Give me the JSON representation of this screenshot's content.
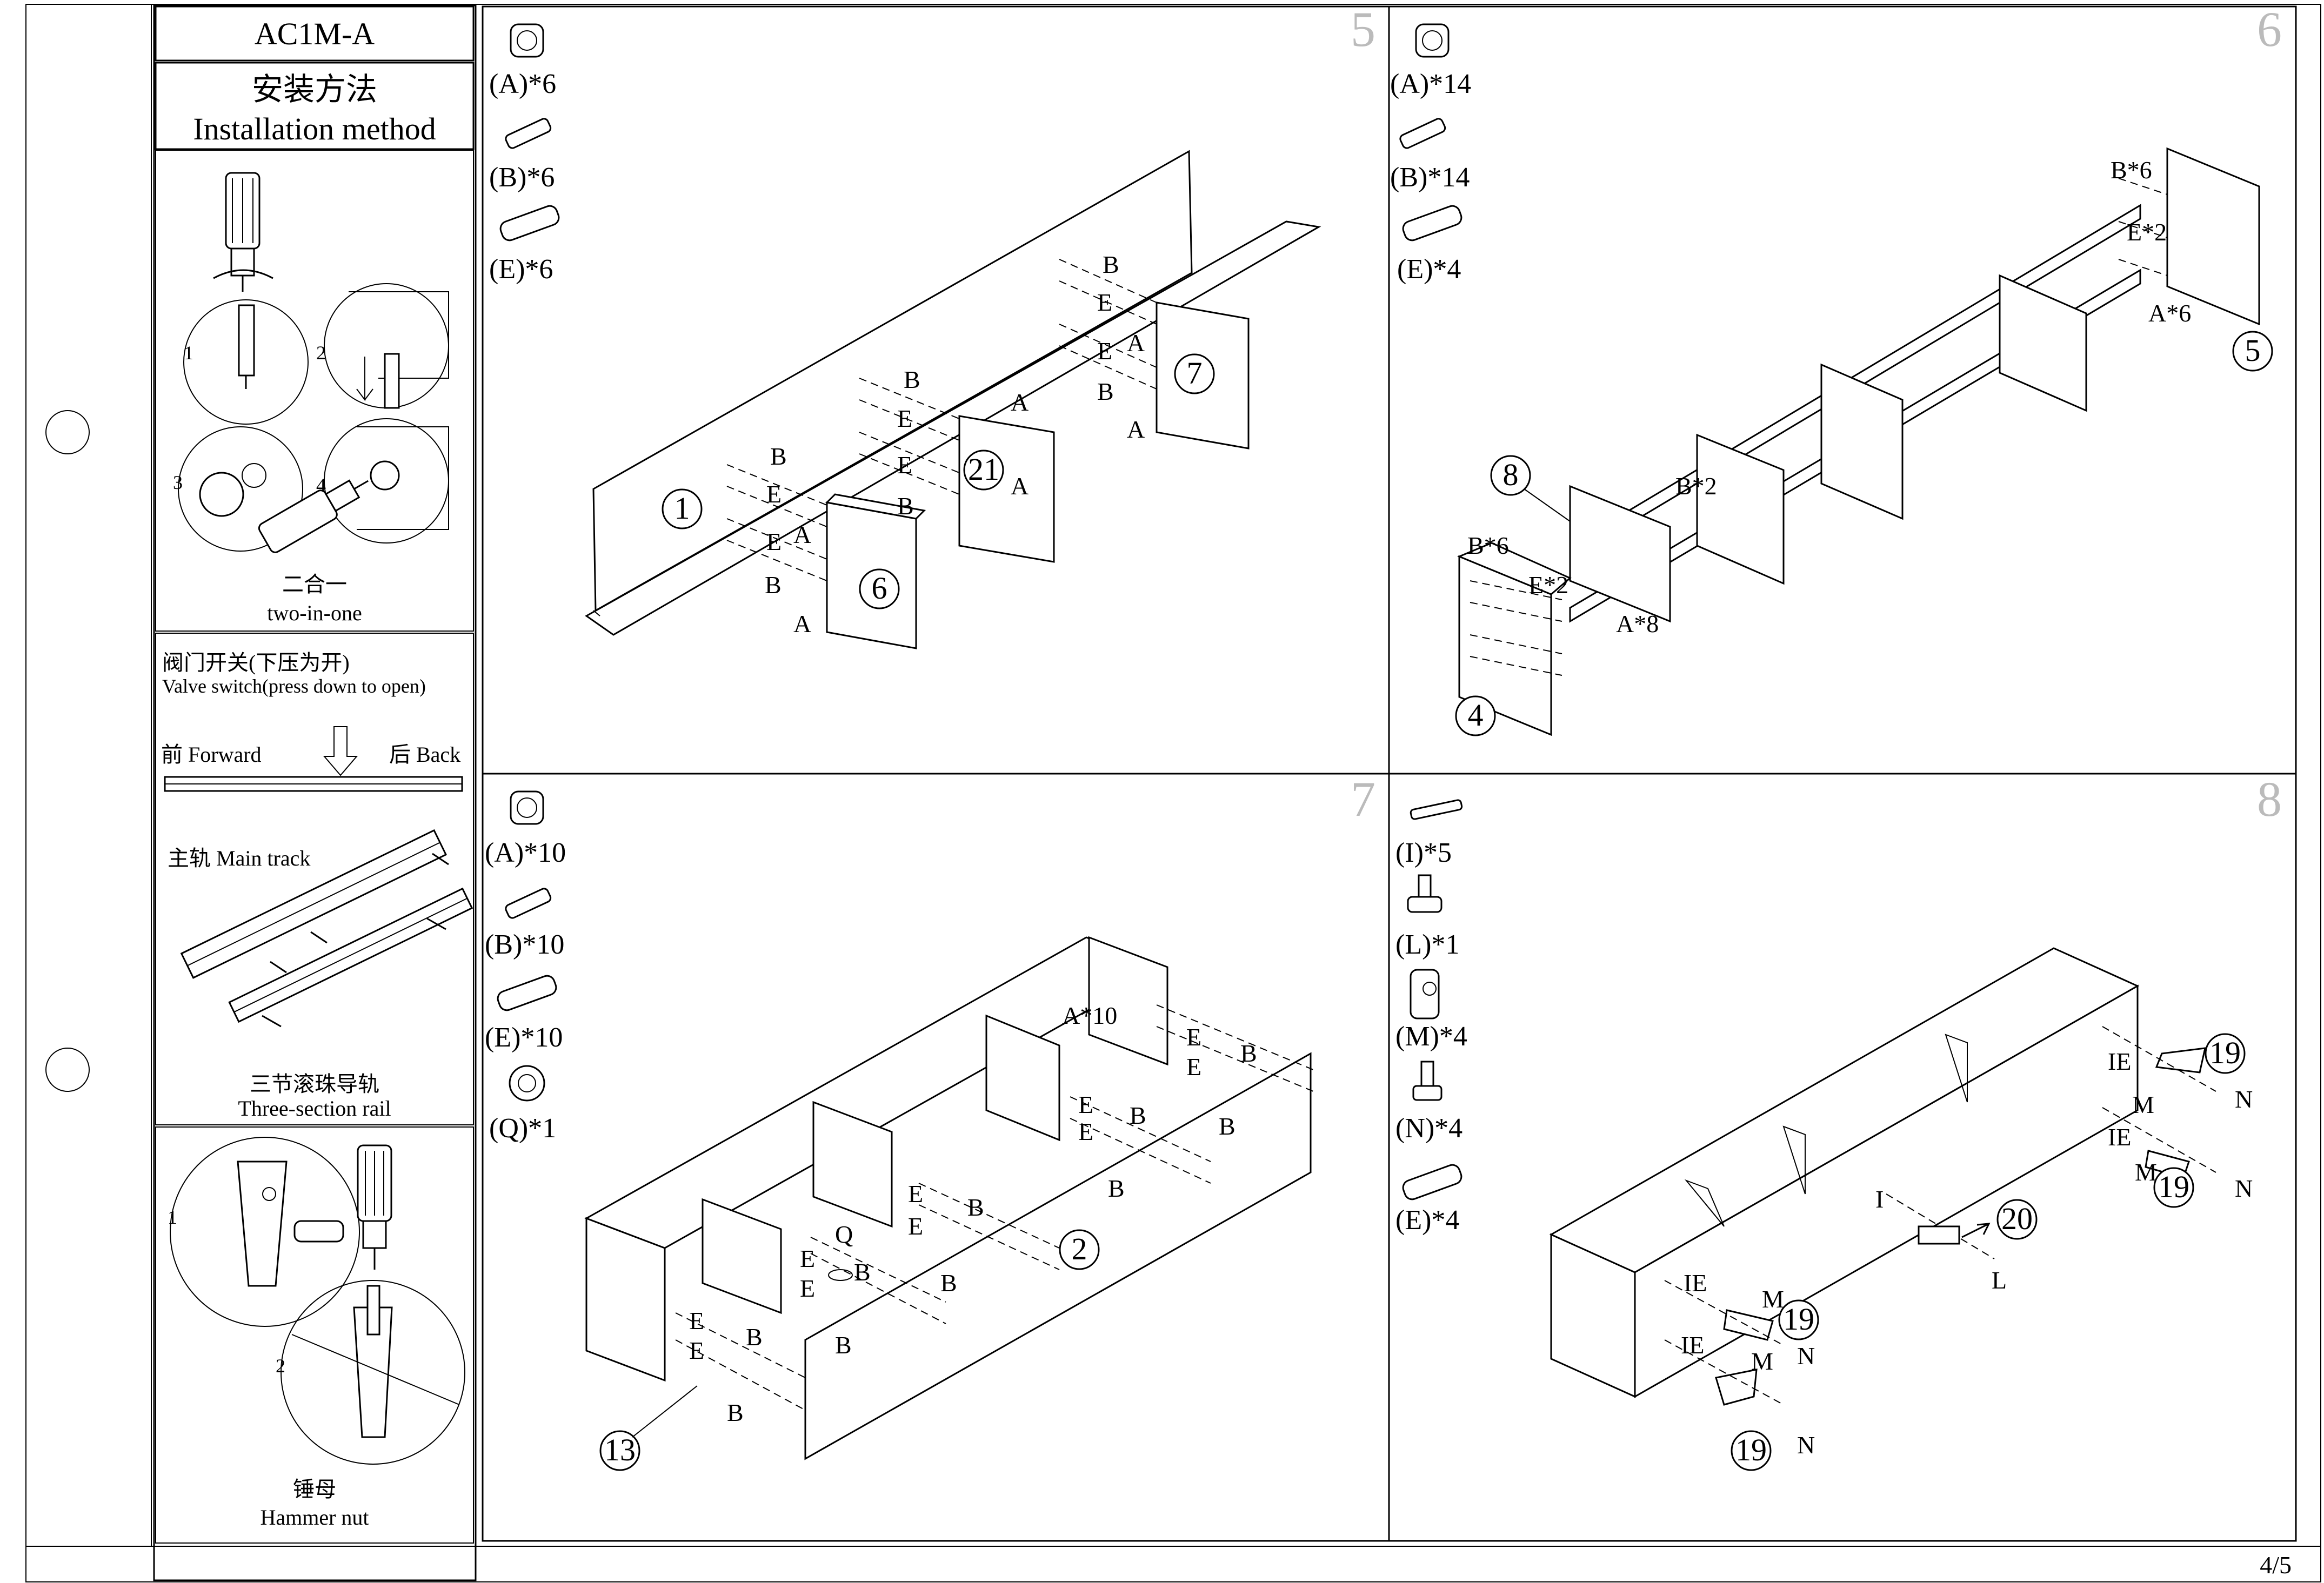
{
  "header": {
    "model": "AC1M-A",
    "title_cn": "安装方法",
    "title_en": "Installation method"
  },
  "sidebar": {
    "two_in_one": {
      "cn": "二合一",
      "en": "two-in-one",
      "steps": [
        "1",
        "2",
        "3",
        "4"
      ]
    },
    "valve": {
      "cn": "阀门开关(下压为开)",
      "en": "Valve switch(press down to open)",
      "forward": "前 Forward",
      "back": "后 Back",
      "main_track": "主轨 Main track",
      "rail_cn": "三节滚珠导轨",
      "rail_en": "Three-section  rail"
    },
    "hammer": {
      "cn": "锤母",
      "en": "Hammer nut",
      "steps": [
        "1",
        "2"
      ]
    }
  },
  "steps": [
    {
      "number": "5",
      "parts": [
        {
          "label": "(A)*6",
          "icon": "cam-lock-icon"
        },
        {
          "label": "(B)*6",
          "icon": "cam-bolt-icon"
        },
        {
          "label": "(E)*6",
          "icon": "dowel-icon"
        }
      ],
      "panels": [
        "1",
        "21",
        "6",
        "7"
      ],
      "letters": {
        "A": "A",
        "B": "B",
        "E": "E"
      }
    },
    {
      "number": "6",
      "parts": [
        {
          "label": "(A)*14",
          "icon": "cam-lock-icon"
        },
        {
          "label": "(B)*14",
          "icon": "cam-bolt-icon"
        },
        {
          "label": "(E)*4",
          "icon": "dowel-icon"
        }
      ],
      "panels": [
        "8",
        "4",
        "5"
      ],
      "callouts": [
        "B*6",
        "E*2",
        "A*6",
        "B*2",
        "B*6",
        "E*2",
        "A*8"
      ]
    },
    {
      "number": "7",
      "parts": [
        {
          "label": "(A)*10",
          "icon": "cam-lock-icon"
        },
        {
          "label": "(B)*10",
          "icon": "cam-bolt-icon"
        },
        {
          "label": "(E)*10",
          "icon": "dowel-icon"
        },
        {
          "label": "(Q)*1",
          "icon": "grommet-icon"
        }
      ],
      "panels": [
        "2",
        "13"
      ],
      "callouts": [
        "A*10",
        "Q"
      ]
    },
    {
      "number": "8",
      "parts": [
        {
          "label": "(I)*5",
          "icon": "screw-icon"
        },
        {
          "label": "(L)*1",
          "icon": "leveler-icon"
        },
        {
          "label": "(M)*4",
          "icon": "barrel-nut-icon"
        },
        {
          "label": "(N)*4",
          "icon": "bolt-icon"
        },
        {
          "label": "(E)*4",
          "icon": "dowel-icon"
        }
      ],
      "panels": [
        "19",
        "20"
      ],
      "letters": {
        "IE": "IE",
        "M": "M",
        "N": "N",
        "I": "I",
        "L": "L"
      }
    }
  ],
  "footer": {
    "page": "4/5"
  }
}
